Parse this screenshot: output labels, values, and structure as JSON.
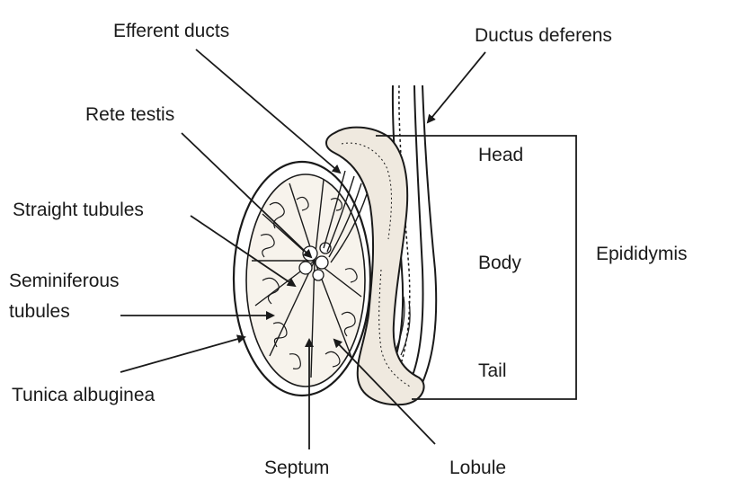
{
  "labels": {
    "efferent_ducts": "Efferent ducts",
    "ductus_deferens": "Ductus deferens",
    "rete_testis": "Rete testis",
    "straight_tubules": "Straight tubules",
    "seminiferous_line1": "Seminiferous",
    "seminiferous_line2": "tubules",
    "tunica_albuginea": "Tunica albuginea",
    "septum": "Septum",
    "lobule": "Lobule",
    "head": "Head",
    "body": "Body",
    "tail": "Tail",
    "epididymis": "Epididymis"
  },
  "colors": {
    "ink": "#1a1a1a",
    "tissue_fill": "#efe9df",
    "tubule_fill": "#f7f3ec"
  }
}
